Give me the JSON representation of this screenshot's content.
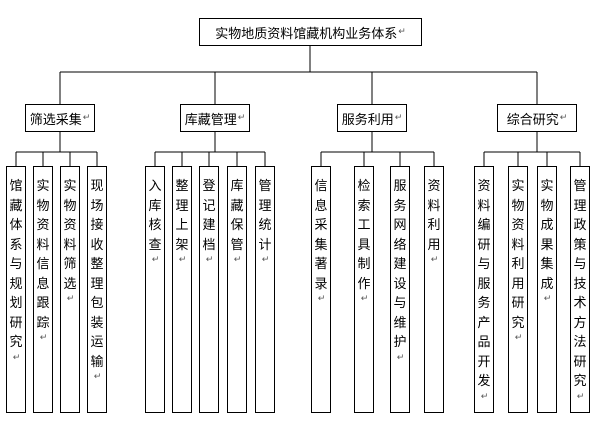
{
  "title": "实物地质资料馆藏机构业务体系",
  "mark": "↵",
  "branches": [
    {
      "label": "筛选采集",
      "children": [
        "馆藏体系与规划研究",
        "实物资料信息跟踪",
        "实物资料筛选",
        "现场接收整理包装运输"
      ]
    },
    {
      "label": "库藏管理",
      "children": [
        "入库核查",
        "整理上架",
        "登记建档",
        "库藏保管",
        "管理统计"
      ]
    },
    {
      "label": "服务利用",
      "children": [
        "信息采集著录",
        "检索工具制作",
        "服务网络建设与维护",
        "资料利用"
      ]
    },
    {
      "label": "综合研究",
      "children": [
        "资料编研与服务产品开发",
        "实物资料利用研究",
        "实物成果集成",
        "管理政策与技术方法研究"
      ]
    }
  ]
}
